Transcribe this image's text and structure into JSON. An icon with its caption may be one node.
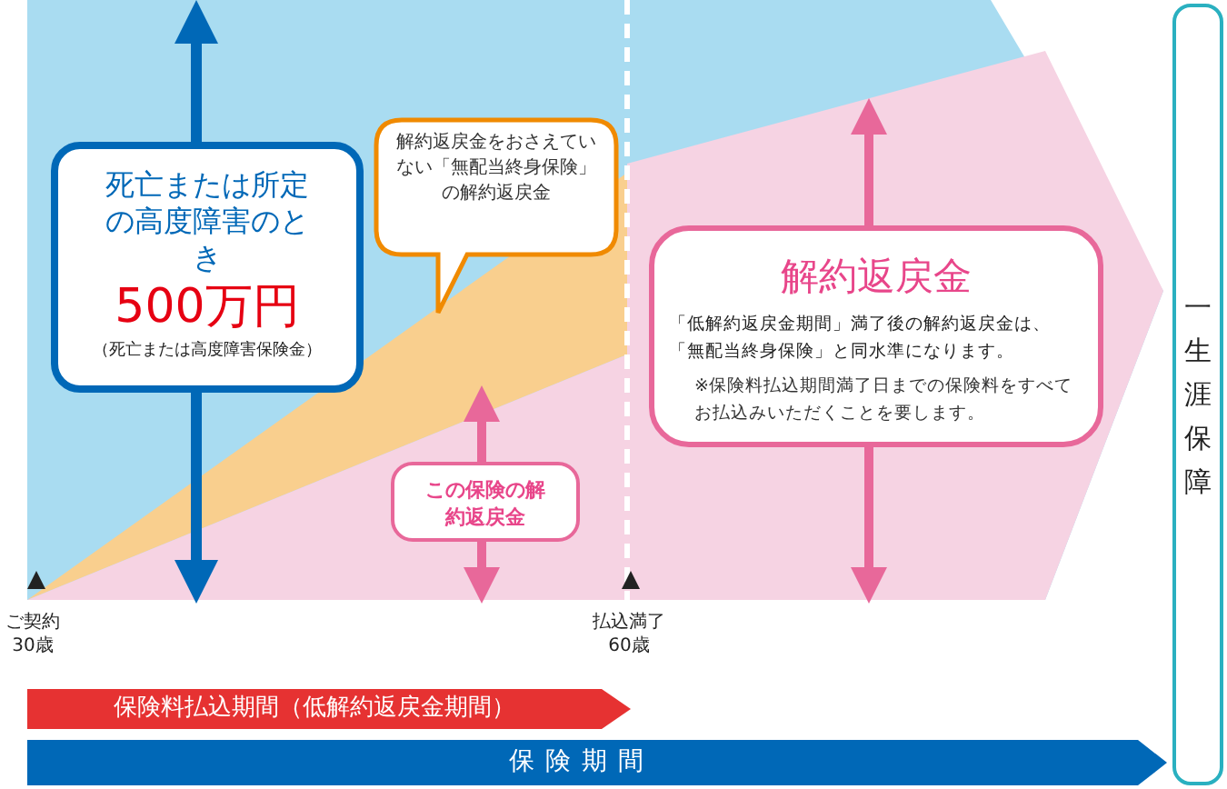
{
  "diagram": {
    "nodes": [
      {
        "text": [
          "死亡または所定の高度障害のとき",
          "500万円",
          "（死亡または高度障害保険金）"
        ]
      },
      {
        "text": [
          "解約返戻金をおさえていない「無配当終身保険」の解約返戻金"
        ]
      },
      {
        "text": [
          "この保険の解約返戻金"
        ]
      },
      {
        "text": [
          "解約返戻金",
          "「低解約返戻金期間」満了後の解約返戻金は、「無配当終身保険」と同水準になります。",
          "※保険料払込期間満了日までの保険料をすべてお払込みいただくことを要します。"
        ]
      },
      {
        "text": [
          "一生涯保障"
        ]
      },
      {
        "text": [
          "保険料払込期間（低解約返戻金期間）"
        ]
      },
      {
        "text": [
          "保険期間"
        ]
      }
    ],
    "edges": [],
    "labels": [
      "ご契約",
      "30歳",
      "払込満了",
      "60歳"
    ]
  }
}
